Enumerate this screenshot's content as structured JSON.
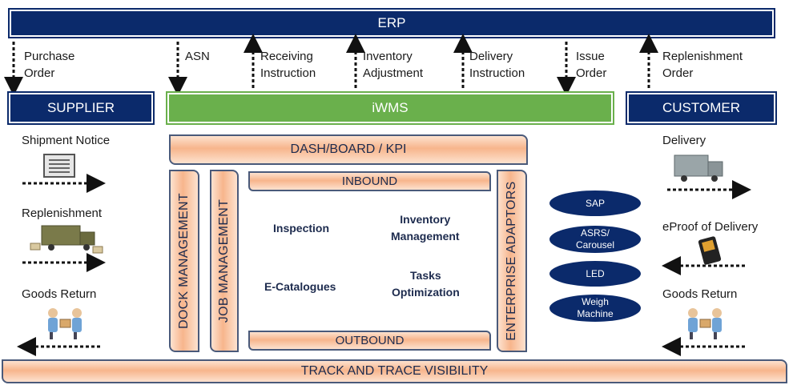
{
  "erp": {
    "label": "ERP"
  },
  "wms": {
    "label": "iWMS"
  },
  "supplier": {
    "label": "SUPPLIER"
  },
  "customer": {
    "label": "CUSTOMER"
  },
  "flows": {
    "purchase_order": [
      "Purchase",
      "Order"
    ],
    "asn": "ASN",
    "receiving_instruction": [
      "Receiving",
      "Instruction"
    ],
    "inventory_adjustment": [
      "Inventory",
      "Adjustment"
    ],
    "delivery_instruction": [
      "Delivery",
      "Instruction"
    ],
    "issue_order": [
      "Issue",
      "Order"
    ],
    "replenishment_order": [
      "Replenishment",
      "Order"
    ]
  },
  "modules": {
    "dashboard": "DASH/BOARD / KPI",
    "inbound": "INBOUND",
    "outbound": "OUTBOUND",
    "dock": "DOCK MANAGEMENT",
    "job": "JOB MANAGEMENT",
    "adaptors": "ENTERPRISE ADAPTORS",
    "track": "TRACK AND TRACE VISIBILITY"
  },
  "core": {
    "inspection": "Inspection",
    "inventory_management": [
      "Inventory",
      "Management"
    ],
    "ecatalogues": "E-Catalogues",
    "tasks_optimization": [
      "Tasks",
      "Optimization"
    ]
  },
  "adaptor_systems": [
    "SAP",
    [
      "ASRS/",
      "Carousel"
    ],
    "LED",
    [
      "Weigh",
      "Machine"
    ]
  ],
  "supplier_side": {
    "shipment_notice": "Shipment Notice",
    "replenishment": "Replenishment",
    "goods_return": "Goods Return"
  },
  "customer_side": {
    "delivery": "Delivery",
    "eproof": "eProof of Delivery",
    "goods_return": "Goods Return"
  },
  "colors": {
    "navy": "#0b2a6b",
    "green": "#6ab04c",
    "orange": "#f7b58c"
  }
}
